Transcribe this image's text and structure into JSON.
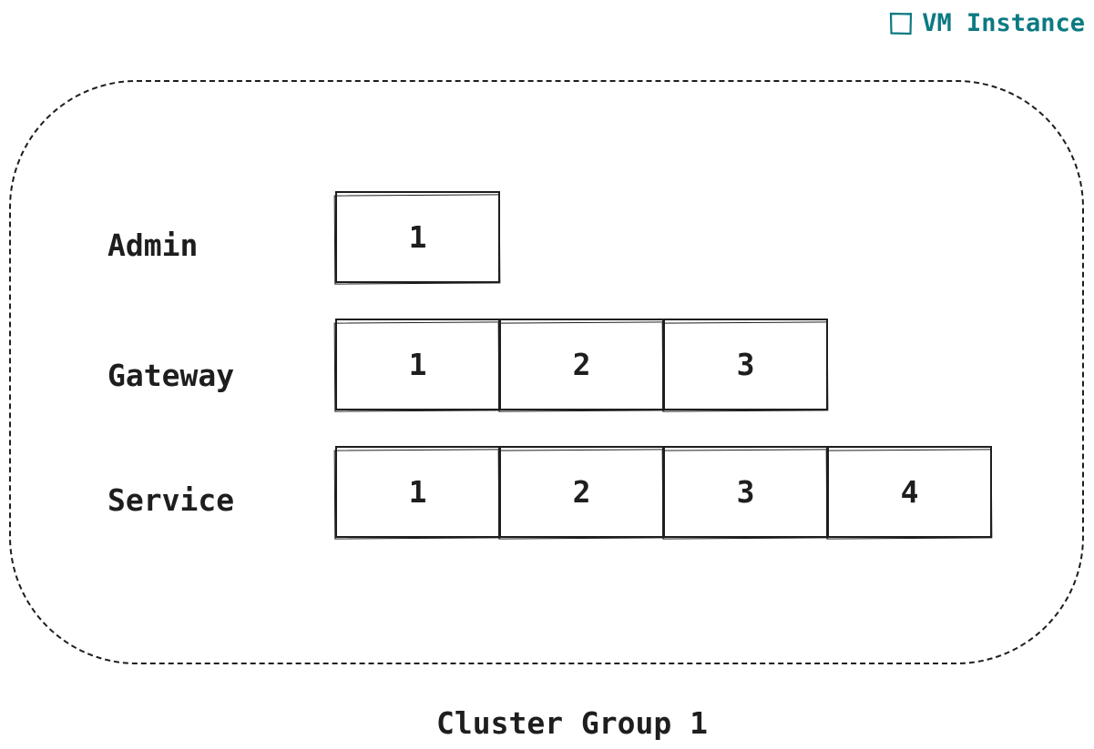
{
  "legend": {
    "icon": "square-outline-icon",
    "label": "VM Instance",
    "color": "#0c7a82"
  },
  "cluster": {
    "title": "Cluster Group 1"
  },
  "rows": [
    {
      "label": "Admin",
      "instances": [
        "1"
      ]
    },
    {
      "label": "Gateway",
      "instances": [
        "1",
        "2",
        "3"
      ]
    },
    {
      "label": "Service",
      "instances": [
        "1",
        "2",
        "3",
        "4"
      ]
    }
  ]
}
